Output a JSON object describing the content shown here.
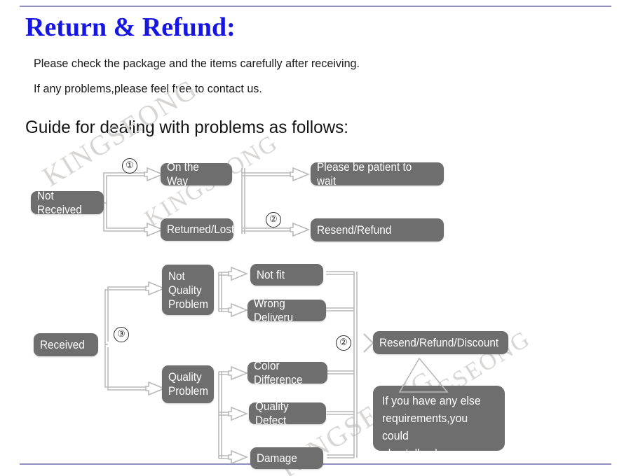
{
  "page": {
    "title": "Return & Refund:",
    "title_color": "#1616e0",
    "rule_color": "#8f8fc0",
    "background": "#ffffff",
    "node_color": "#6e6e6e",
    "node_text_color": "#ffffff",
    "connector_color": "#b9b9b9",
    "watermark_text": "KINGSEONG",
    "watermark_color": "#d8d6d4"
  },
  "intro": {
    "line1": "Please check the package and the items carefully after receiving.",
    "line2": "If any problems,please feel free to contact us."
  },
  "guide": {
    "heading": "Guide for dealing with problems as follows:"
  },
  "flow": {
    "nodes": [
      {
        "id": "not-received",
        "label": "Not Received"
      },
      {
        "id": "on-the-way",
        "label": "On the Way"
      },
      {
        "id": "returned-lost",
        "label": "Returned/Lost"
      },
      {
        "id": "please-be-patient",
        "label": "Please be patient to wait"
      },
      {
        "id": "resend-refund",
        "label": "Resend/Refund"
      },
      {
        "id": "received",
        "label": "Received"
      },
      {
        "id": "not-quality-problem",
        "label": "Not\nQuality\nProblem"
      },
      {
        "id": "quality-problem",
        "label": "Quality\nProblem"
      },
      {
        "id": "not-fit",
        "label": "Not fit"
      },
      {
        "id": "wrong-delivery",
        "label": "Wrong Deliveru"
      },
      {
        "id": "color-difference",
        "label": "Color Difference"
      },
      {
        "id": "quality-defect",
        "label": "Quality Defect"
      },
      {
        "id": "damage",
        "label": "Damage"
      },
      {
        "id": "resend-refund-discount",
        "label": "Resend/Refund/Discount"
      }
    ],
    "markers": [
      {
        "id": "marker-1",
        "label": "①"
      },
      {
        "id": "marker-2-top",
        "label": "②"
      },
      {
        "id": "marker-3",
        "label": "③"
      },
      {
        "id": "marker-2-bottom",
        "label": "②"
      }
    ],
    "callout": {
      "line1": "If you have any else",
      "line2": "requirements,you could",
      "line3": "also tell us!"
    }
  }
}
